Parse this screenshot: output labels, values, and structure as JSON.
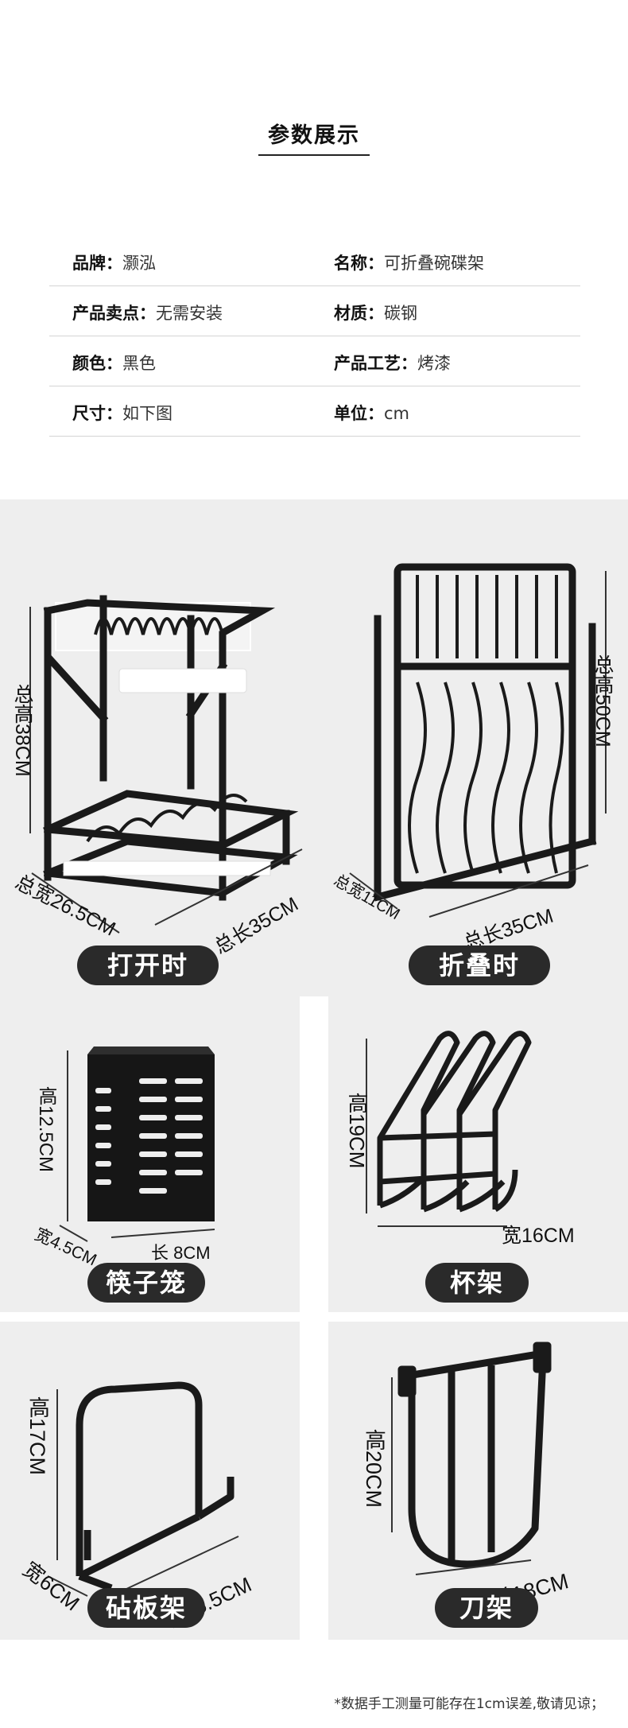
{
  "section": {
    "title": "参数展示"
  },
  "specs": [
    {
      "left_key": "品牌：",
      "left_val": "灏泓",
      "right_key": "名称：",
      "right_val": "可折叠碗碟架"
    },
    {
      "left_key": "产品卖点：",
      "left_val": "无需安装",
      "right_key": "材质：",
      "right_val": "碳钢"
    },
    {
      "left_key": "颜色：",
      "left_val": "黑色",
      "right_key": "产品工艺：",
      "right_val": "烤漆"
    },
    {
      "left_key": "尺寸：",
      "left_val": "如下图",
      "right_key": "单位：",
      "right_val": "cm"
    }
  ],
  "gallery": {
    "open": {
      "label": "打开时",
      "height": "总高38CM",
      "width": "总宽26.5CM",
      "length": "总长35CM"
    },
    "folded": {
      "label": "折叠时",
      "height": "总高50CM",
      "width": "总宽11CM",
      "length": "总长35CM"
    },
    "chopsticks": {
      "label": "筷子笼",
      "height": "高12.5CM",
      "width": "宽4.5CM",
      "length": "长 8CM"
    },
    "cup_rack": {
      "label": "杯架",
      "height": "高19CM",
      "width": "宽16CM"
    },
    "board_rack": {
      "label": "砧板架",
      "height": "高17CM",
      "width": "宽6CM",
      "length": "长15.5CM"
    },
    "knife_rack": {
      "label": "刀架",
      "height": "高20CM",
      "length": "长18CM"
    }
  },
  "footnote": "*数据手工测量可能存在1cm误差,敬请见谅；"
}
